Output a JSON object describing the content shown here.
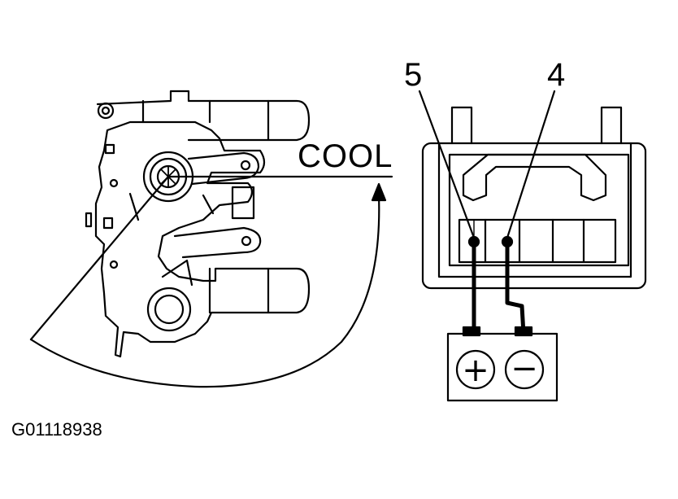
{
  "labels": {
    "cool": "COOL",
    "terminal_5": "5",
    "terminal_4": "4",
    "figure_code": "G01118938"
  },
  "battery": {
    "positive_symbol": "+",
    "negative_symbol": "−"
  },
  "colors": {
    "ink": "#000000",
    "paper": "#ffffff"
  }
}
